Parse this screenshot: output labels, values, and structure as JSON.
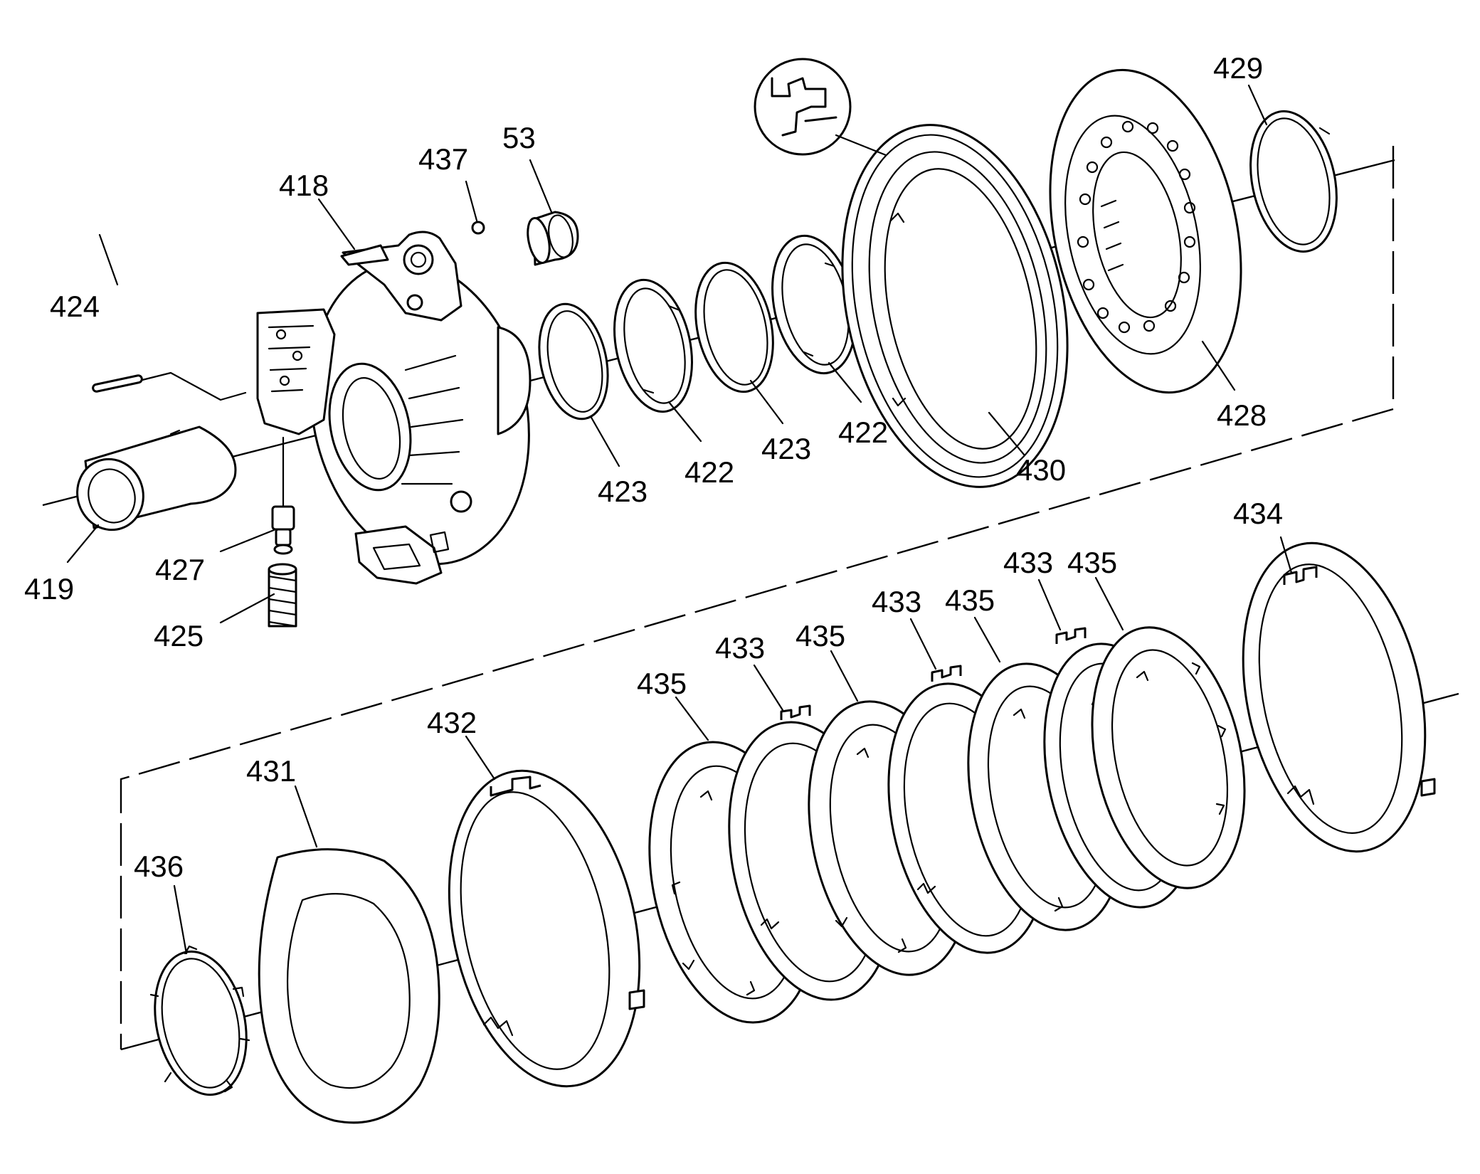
{
  "labels": {
    "l53": "53",
    "l418": "418",
    "l419": "419",
    "l422a": "422",
    "l422b": "422",
    "l423a": "423",
    "l423b": "423",
    "l424": "424",
    "l425": "425",
    "l427": "427",
    "l428": "428",
    "l429": "429",
    "l430": "430",
    "l431": "431",
    "l432": "432",
    "l433a": "433",
    "l433b": "433",
    "l433c": "433",
    "l434": "434",
    "l435a": "435",
    "l435b": "435",
    "l435c": "435",
    "l435d": "435",
    "l436": "436",
    "l437": "437"
  }
}
